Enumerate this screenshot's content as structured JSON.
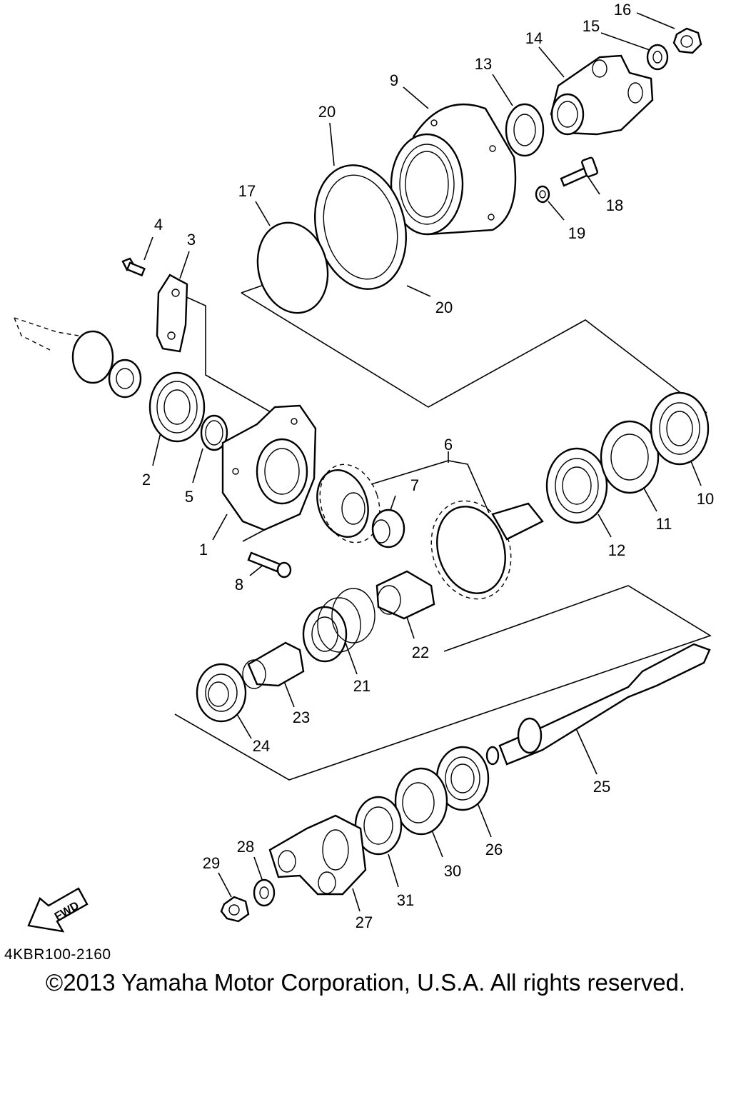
{
  "callouts": [
    {
      "part": "1",
      "label": "1"
    },
    {
      "part": "2",
      "label": "2"
    },
    {
      "part": "3",
      "label": "3"
    },
    {
      "part": "4",
      "label": "4"
    },
    {
      "part": "5",
      "label": "5"
    },
    {
      "part": "6",
      "label": "6"
    },
    {
      "part": "7",
      "label": "7"
    },
    {
      "part": "8",
      "label": "8"
    },
    {
      "part": "9",
      "label": "9"
    },
    {
      "part": "10",
      "label": "10"
    },
    {
      "part": "11",
      "label": "11"
    },
    {
      "part": "12",
      "label": "12"
    },
    {
      "part": "13",
      "label": "13"
    },
    {
      "part": "14",
      "label": "14"
    },
    {
      "part": "15",
      "label": "15"
    },
    {
      "part": "16",
      "label": "16"
    },
    {
      "part": "17",
      "label": "17"
    },
    {
      "part": "18",
      "label": "18"
    },
    {
      "part": "19",
      "label": "19"
    },
    {
      "part": "20a",
      "label": "20"
    },
    {
      "part": "20b",
      "label": "20"
    },
    {
      "part": "21",
      "label": "21"
    },
    {
      "part": "22",
      "label": "22"
    },
    {
      "part": "23",
      "label": "23"
    },
    {
      "part": "24",
      "label": "24"
    },
    {
      "part": "25",
      "label": "25"
    },
    {
      "part": "26",
      "label": "26"
    },
    {
      "part": "27",
      "label": "27"
    },
    {
      "part": "28",
      "label": "28"
    },
    {
      "part": "29",
      "label": "29"
    },
    {
      "part": "30",
      "label": "30"
    },
    {
      "part": "31",
      "label": "31"
    }
  ],
  "fwd_label": "FWD",
  "diagram_code": "4KBR100-2160",
  "copyright": "©2013 Yamaha Motor Corporation, U.S.A. All rights reserved."
}
